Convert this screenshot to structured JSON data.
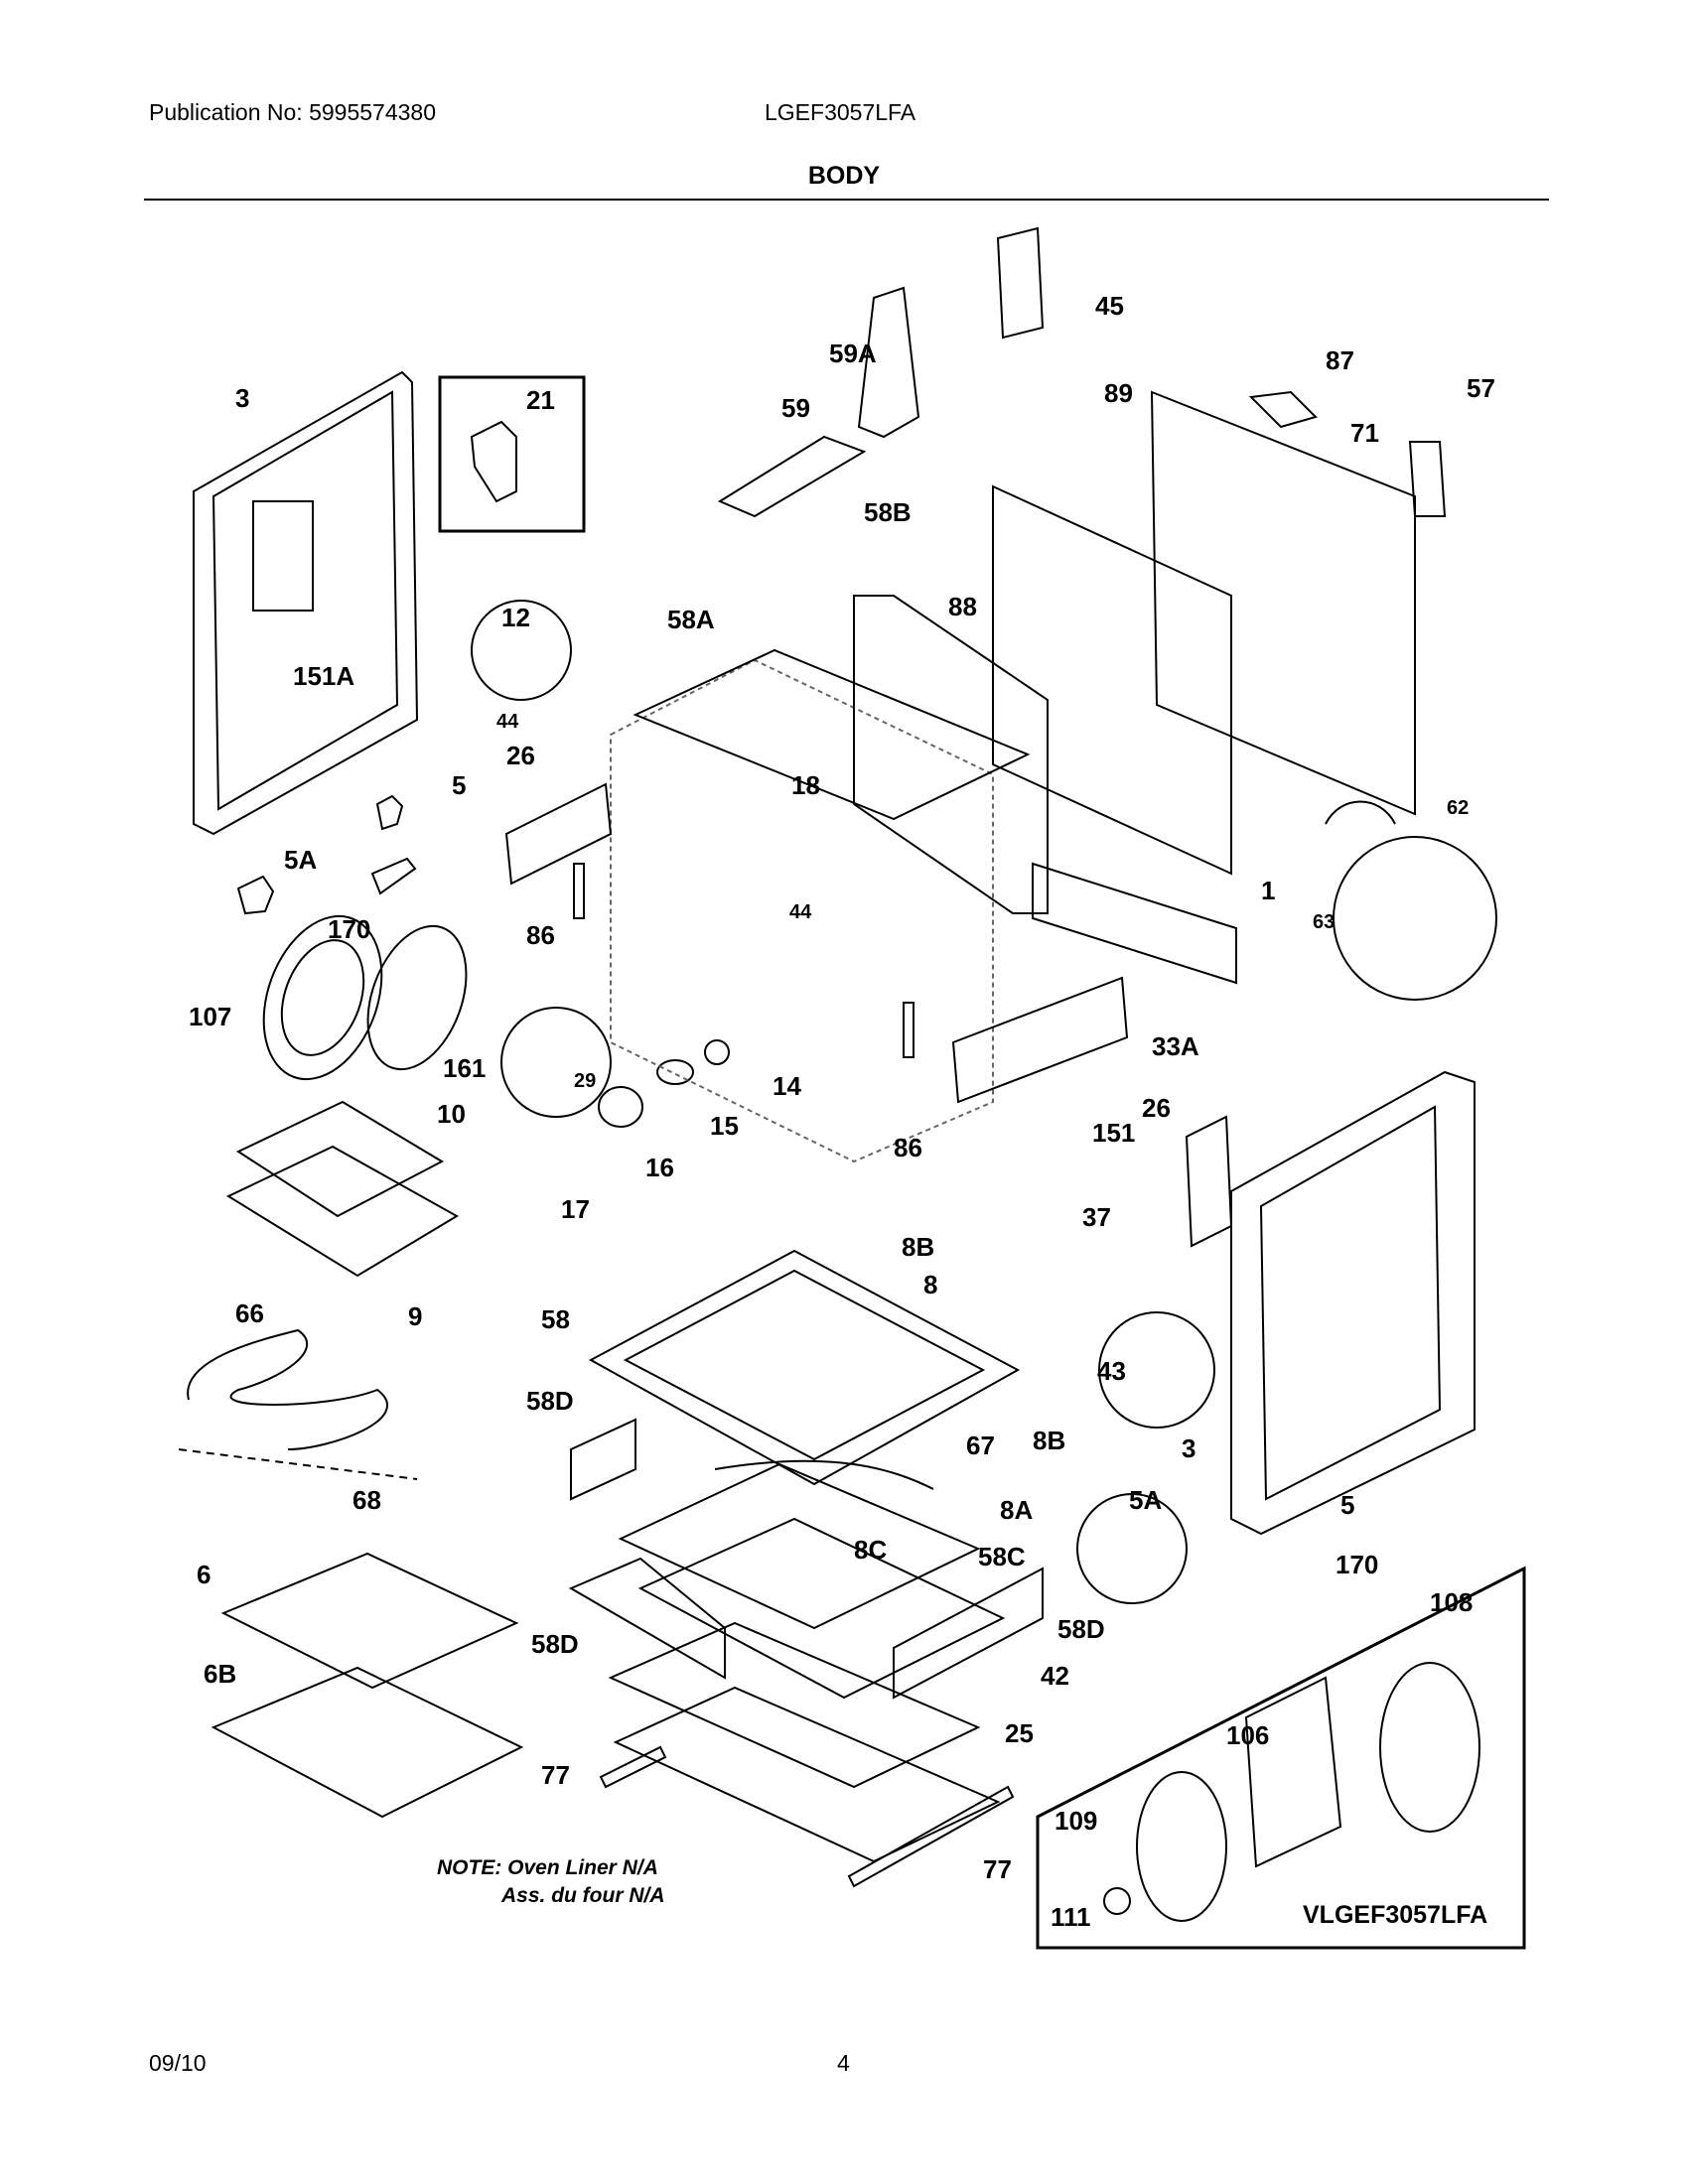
{
  "header": {
    "publication": "Publication No: 5995574380",
    "model": "LGEF3057LFA",
    "section_title": "BODY"
  },
  "footer": {
    "date": "09/10",
    "page": "4"
  },
  "note": {
    "line1": "NOTE: Oven Liner N/A",
    "line2": "Ass. du four N/A"
  },
  "inset_model": "VLGEF3057LFA",
  "callouts": {
    "c3a": "3",
    "c21": "21",
    "c151A": "151A",
    "c5a": "5",
    "c5A_a": "5A",
    "c170a": "170",
    "c107": "107",
    "c161": "161",
    "c10": "10",
    "c9": "9",
    "c66": "66",
    "c68": "68",
    "c6": "6",
    "c6B": "6B",
    "c12": "12",
    "c44a": "44",
    "c26a": "26",
    "c86a": "86",
    "c29": "29",
    "c17": "17",
    "c16": "16",
    "c15": "15",
    "c14": "14",
    "c86b": "86",
    "c58A": "58A",
    "c18": "18",
    "c44b": "44",
    "c59": "59",
    "c59A": "59A",
    "c45": "45",
    "c58B": "58B",
    "c88": "88",
    "c89": "89",
    "c87": "87",
    "c71": "71",
    "c57": "57",
    "c62": "62",
    "c63": "63",
    "c1": "1",
    "c33A": "33A",
    "c26b": "26",
    "c151": "151",
    "c37": "37",
    "c8B_a": "8B",
    "c8": "8",
    "c58": "58",
    "c43": "43",
    "c8B_b": "8B",
    "c58D_a": "58D",
    "c67": "67",
    "c8A": "8A",
    "c8C": "8C",
    "c58C": "58C",
    "c58D_b": "58D",
    "c58D_c": "58D",
    "c42": "42",
    "c25": "25",
    "c77a": "77",
    "c77b": "77",
    "c3b": "3",
    "c5A_b": "5A",
    "c5b": "5",
    "c170b": "170",
    "c108": "108",
    "c106": "106",
    "c109": "109",
    "c111": "111"
  }
}
